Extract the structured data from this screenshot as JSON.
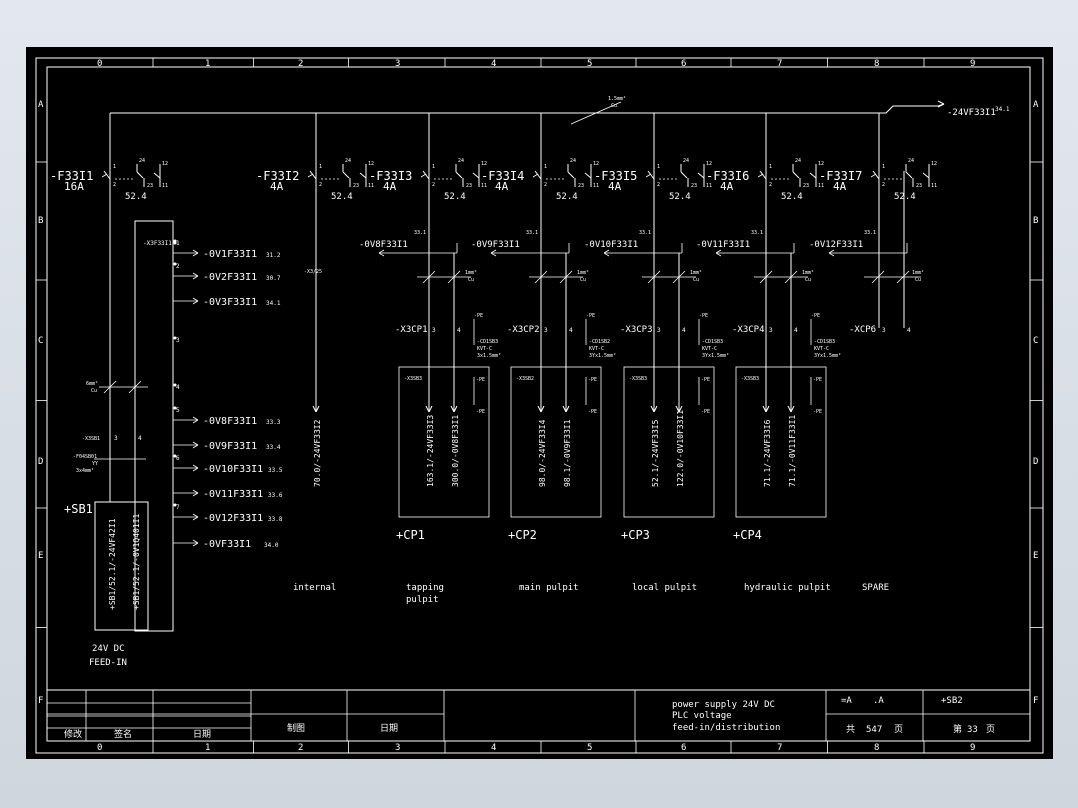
{
  "grid": {
    "columns": [
      "0",
      "1",
      "2",
      "3",
      "4",
      "5",
      "6",
      "7",
      "8",
      "9"
    ],
    "rows": [
      "A",
      "B",
      "C",
      "D",
      "E",
      "F"
    ]
  },
  "bus": {
    "label": "-24VF33I1",
    "ref": "34.1",
    "cable_top": "1.5mm²",
    "cable_bottom": "Cu"
  },
  "breakers": [
    {
      "name": "-F33I1",
      "rating": "16A",
      "ref": "52.4"
    },
    {
      "name": "-F33I2",
      "rating": "4A",
      "ref": "52.4"
    },
    {
      "name": "-F33I3",
      "rating": "4A",
      "ref": "52.4"
    },
    {
      "name": "-F33I4",
      "rating": "4A",
      "ref": "52.4"
    },
    {
      "name": "-F33I5",
      "rating": "4A",
      "ref": "52.4"
    },
    {
      "name": "-F33I6",
      "rating": "4A",
      "ref": "52.4"
    },
    {
      "name": "-F33I7",
      "rating": "4A",
      "ref": "52.4"
    }
  ],
  "terminals": {
    "c1": "1",
    "c2": "2",
    "c24": "24",
    "c12": "12",
    "c23": "23",
    "c11": "11"
  },
  "distribution": {
    "header": "-X3F33I1",
    "outputs": [
      {
        "label": "-0V1F33I1",
        "ref": "31.2",
        "pin": "1"
      },
      {
        "label": "-0V2F33I1",
        "ref": "30.7",
        "pin": "2"
      },
      {
        "label": "-0V3F33I1",
        "ref": "34.1",
        "pin": ""
      },
      {
        "label": "-0V8F33I1",
        "ref": "33.3",
        "pin": "5"
      },
      {
        "label": "-0V9F33I1",
        "ref": "33.4",
        "pin": ""
      },
      {
        "label": "-0V10F33I1",
        "ref": "33.5",
        "pin": "6"
      },
      {
        "label": "-0V11F33I1",
        "ref": "33.6",
        "pin": ""
      },
      {
        "label": "-0V12F33I1",
        "ref": "33.8",
        "pin": "7"
      },
      {
        "label": "-0VF33I1",
        "ref": "34.0",
        "pin": ""
      }
    ],
    "pins": [
      "3",
      "4"
    ]
  },
  "left_feed": {
    "cable_top": "6mm²",
    "cable_bottom": "Cu",
    "terminal": "-X3SB1",
    "pins": [
      "3",
      "4"
    ],
    "cable_label": "-F04SB01",
    "cable_type": "YY",
    "cable_size": "3x4mm²",
    "box": "+SB1",
    "wire1": "+SB1/52.1/-24VF42I1",
    "wire2": "+SB1/52.1/-0V1Q401I1",
    "title1": "24V DC",
    "title2": "FEED-IN"
  },
  "internal_wire": {
    "terminal": "-X3/25",
    "label": "70.0/-24VF33I2"
  },
  "zero_volt_branches": [
    {
      "label": "-0V8F33I1",
      "ref": "33.1"
    },
    {
      "label": "-0V9F33I1",
      "ref": "33.1"
    },
    {
      "label": "-0V10F33I1",
      "ref": "33.1"
    },
    {
      "label": "-0V11F33I1",
      "ref": "33.1"
    },
    {
      "label": "-0V12F33I1",
      "ref": "33.1"
    }
  ],
  "pulpits": [
    {
      "terminal": "-X3CP1",
      "pin3": "3",
      "pin4": "4",
      "cable": "-CD1SB3",
      "cable_type": "KVT-C",
      "cable_size": "3x1.5mm²",
      "pe": "-PE",
      "inner": "-X3SB3",
      "box": "+CP1",
      "w1": "163.1/-24VF33I3",
      "w2": "300.0/-0V8F33I1",
      "cu_top": "1mm²",
      "cu_bottom": "Cu"
    },
    {
      "terminal": "-X3CP2",
      "pin3": "3",
      "pin4": "4",
      "cable": "-CD1SB2",
      "cable_type": "KVT-C",
      "cable_size": "3Yx1.5mm²",
      "pe": "-PE",
      "inner": "-X3SB2",
      "box": "+CP2",
      "w1": "98.0/-24VF33I4",
      "w2": "98.1/-0V9F33I1",
      "cu_top": "1mm²",
      "cu_bottom": "Cu"
    },
    {
      "terminal": "-X3CP3",
      "pin3": "3",
      "pin4": "4",
      "cable": "-CD1SB3",
      "cable_type": "KVT-C",
      "cable_size": "3Yx1.5mm²",
      "pe": "-PE",
      "inner": "-X3SB3",
      "box": "+CP3",
      "w1": "52.1/-24VF33I5",
      "w2": "122.0/-0V10F33I1",
      "cu_top": "1mm²",
      "cu_bottom": "Cu"
    },
    {
      "terminal": "-X3CP4",
      "pin3": "3",
      "pin4": "4",
      "cable": "-CD1SB3",
      "cable_type": "KVT-C",
      "cable_size": "3Yx1.5mm²",
      "pe": "-PE",
      "inner": "-X3SB3",
      "box": "+CP4",
      "w1": "71.1/-24VF33I6",
      "w2": "71.1/-0V11F33I1",
      "cu_top": "1mm²",
      "cu_bottom": "Cu"
    }
  ],
  "spare": {
    "terminal": "-XCP6",
    "pin3": "3",
    "pin4": "4",
    "cu_top": "1mm²",
    "cu_bottom": "Cu"
  },
  "sections": [
    {
      "label": "internal"
    },
    {
      "label": "tapping",
      "label2": "pulpit"
    },
    {
      "label": "main pulpit"
    },
    {
      "label": "local pulpit"
    },
    {
      "label": "hydraulic pulpit"
    },
    {
      "label": "SPARE"
    }
  ],
  "title_block": {
    "modify": "修改",
    "sign": "签名",
    "date": "日期",
    "drawn": "制图",
    "date2": "日期",
    "desc1": "power supply 24V DC",
    "desc2": "PLC voltage",
    "desc3": "feed-in/distribution",
    "plant": "=A",
    "location": ".A",
    "cabinet": "+SB2",
    "total_prefix": "共",
    "total": "547",
    "total_suffix": "页",
    "page_prefix": "第",
    "page": "33",
    "page_suffix": "页"
  }
}
